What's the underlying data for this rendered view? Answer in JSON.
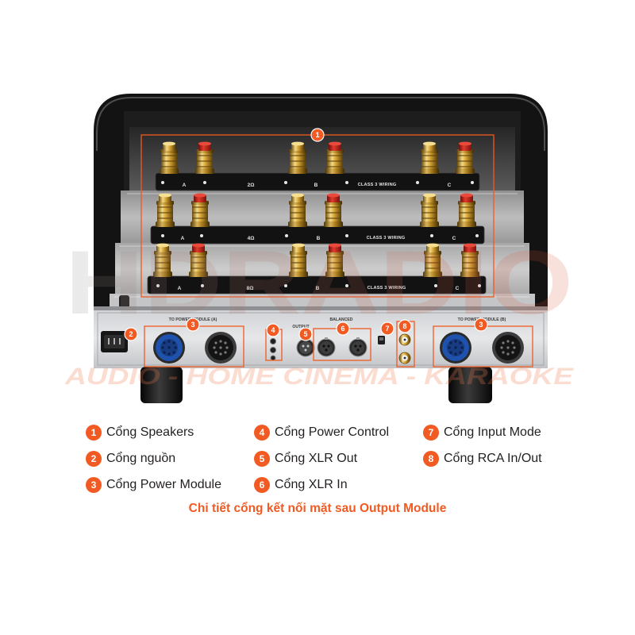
{
  "colors": {
    "accent": "#f15a22"
  },
  "watermark": {
    "brand": "HDRADIO",
    "tagline": "AUDIO - HOME CINEMA - KARAOKE"
  },
  "device": {
    "speaker_rows": [
      {
        "channels": [
          "A",
          "B",
          "C"
        ],
        "impedance": "2Ω",
        "wiring": "CLASS 3 WIRING"
      },
      {
        "channels": [
          "A",
          "B",
          "C"
        ],
        "impedance": "4Ω",
        "wiring": "CLASS 3 WIRING"
      },
      {
        "channels": [
          "A",
          "B",
          "C"
        ],
        "impedance": "8Ω",
        "wiring": "CLASS 3 WIRING"
      }
    ],
    "panel_labels": {
      "power_module_a": "TO POWER MODULE (A)",
      "balanced": "BALANCED",
      "output": "OUTPUT",
      "power_module_b": "TO POWER MODULE (B)"
    }
  },
  "callouts": {
    "speakers": "1",
    "power": "2",
    "power_module_a": "3",
    "power_control": "4",
    "xlr_out": "5",
    "xlr_in": "6",
    "input_mode": "7",
    "rca": "8",
    "power_module_b": "3"
  },
  "legend": [
    {
      "number": "1",
      "label": "Cổng Speakers"
    },
    {
      "number": "2",
      "label": "Cổng nguồn"
    },
    {
      "number": "3",
      "label": "Cổng Power Module"
    },
    {
      "number": "4",
      "label": "Cổng Power Control"
    },
    {
      "number": "5",
      "label": "Cổng XLR Out"
    },
    {
      "number": "6",
      "label": "Cổng XLR In"
    },
    {
      "number": "7",
      "label": "Cổng Input Mode"
    },
    {
      "number": "8",
      "label": "Cổng RCA In/Out"
    }
  ],
  "caption": "Chi tiết cổng kết nối mặt sau Output Module"
}
